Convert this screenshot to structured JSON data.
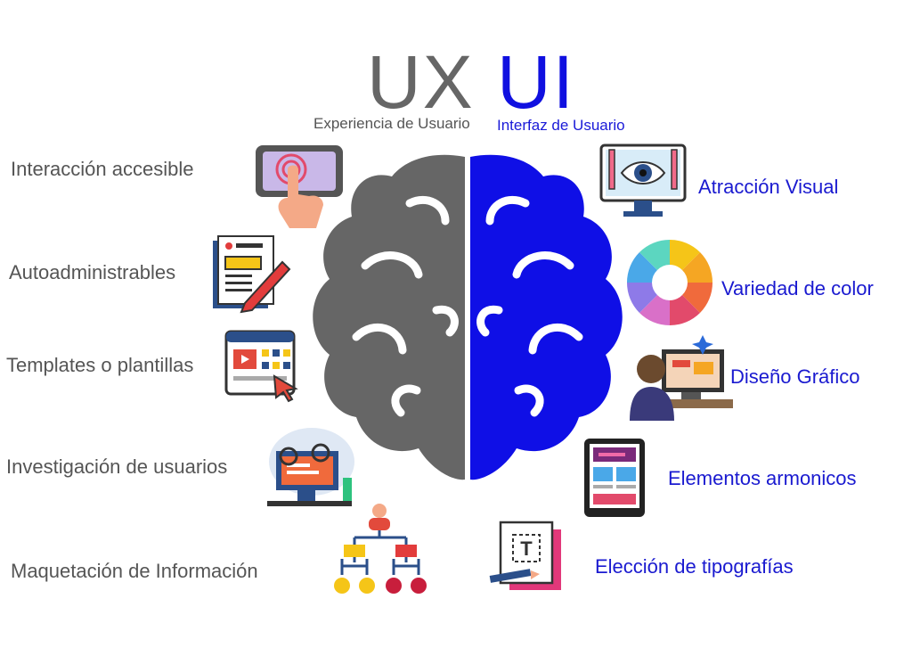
{
  "header": {
    "ux_title": "UX",
    "ui_title": "UI",
    "ux_subtitle": "Experiencia de Usuario",
    "ui_subtitle": "Interfaz de Usuario"
  },
  "ux_items": [
    {
      "label": "Interacción accesible",
      "icon": "touch-screen-icon"
    },
    {
      "label": "Autoadministrables",
      "icon": "document-edit-icon"
    },
    {
      "label": "Templates o plantillas",
      "icon": "template-browser-icon"
    },
    {
      "label": "Investigación de usuarios",
      "icon": "user-research-icon"
    },
    {
      "label": "Maquetación de Información",
      "icon": "hierarchy-chart-icon"
    }
  ],
  "ui_items": [
    {
      "label": "Atracción Visual",
      "icon": "eye-monitor-icon"
    },
    {
      "label": "Variedad de color",
      "icon": "color-wheel-icon"
    },
    {
      "label": "Diseño Gráfico",
      "icon": "graphic-designer-icon"
    },
    {
      "label": "Elementos armonicos",
      "icon": "tablet-layout-icon"
    },
    {
      "label": "Elección de tipografías",
      "icon": "typography-icon"
    }
  ],
  "colors": {
    "ux": "#666666",
    "ui": "#1010e0",
    "brain_left": "#666666",
    "brain_right": "#0f0fe6"
  }
}
